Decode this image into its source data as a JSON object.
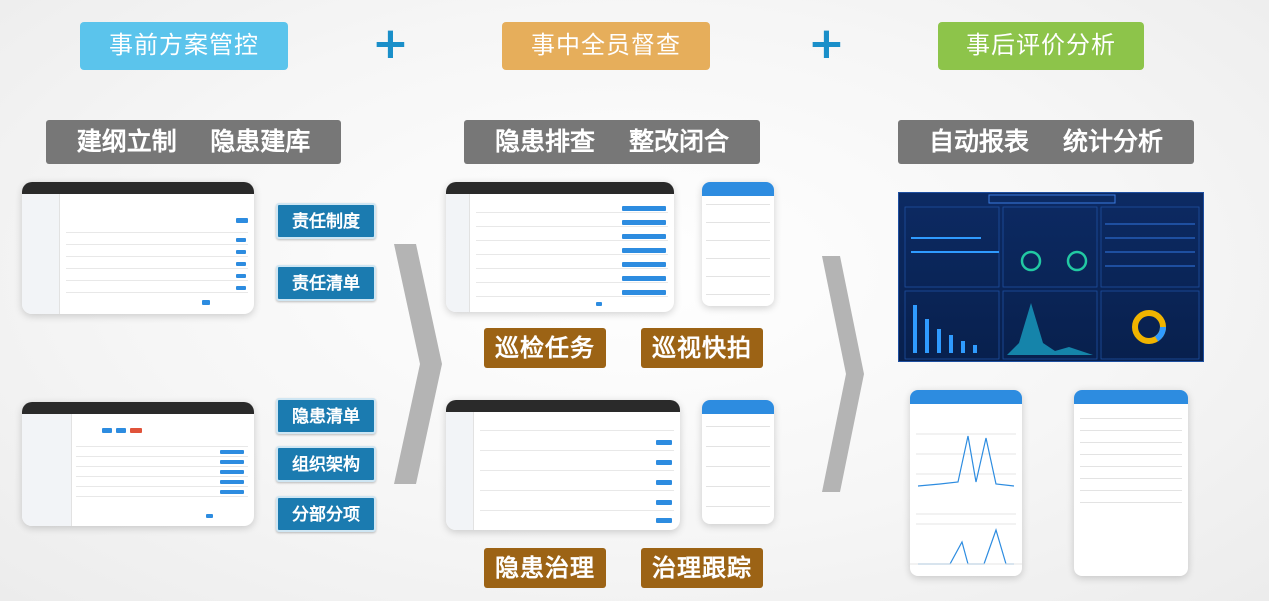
{
  "phases": [
    {
      "label": "事前方案管控",
      "color": "#5bc4ec"
    },
    {
      "label": "事中全员督查",
      "color": "#e6ae5b"
    },
    {
      "label": "事后评价分析",
      "color": "#8dc44a"
    }
  ],
  "plus_sign": "+",
  "bands": {
    "pre": [
      "建纲立制",
      "隐患建库"
    ],
    "mid": [
      "隐患排查",
      "整改闭合"
    ],
    "post": [
      "自动报表",
      "统计分析"
    ]
  },
  "blue_tags": [
    "责任制度",
    "责任清单",
    "隐患清单",
    "组织架构",
    "分部分项"
  ],
  "brown_tags": [
    "巡检任务",
    "巡视快拍",
    "隐患治理",
    "治理跟踪"
  ],
  "colors": {
    "gray_band": "#777777",
    "blue_tag": "#1b7bb0",
    "brown_tag": "#9c6315",
    "plus": "#1a8fc9",
    "arrow": "#b4b4b4"
  }
}
